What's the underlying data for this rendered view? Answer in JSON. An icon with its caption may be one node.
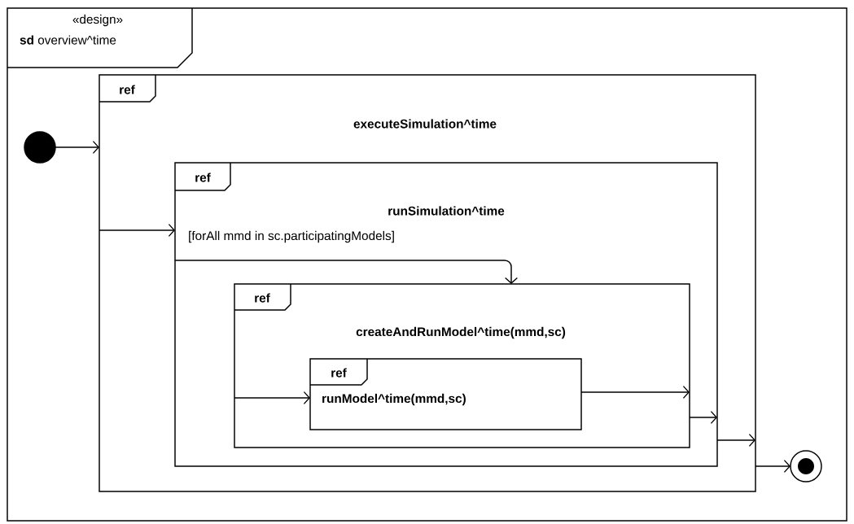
{
  "diagram": {
    "nodes": [
      {
        "text": [
          "«design»",
          "**sd** overview^time"
        ]
      },
      {
        "text": [
          "ref",
          "executeSimulation^time"
        ],
        "in": 0
      },
      {
        "text": [],
        "shape": "circle",
        "in": 0
      },
      {
        "text": [
          "ref",
          "runSimulation^time",
          "[forAll mmd in sc.participatingModels]"
        ],
        "in": 1
      },
      {
        "text": [
          "ref",
          "createAndRunModel^time(mmd,sc)"
        ],
        "in": 3
      },
      {
        "text": [
          "ref",
          "runModel^time(mmd,sc)"
        ],
        "in": 4
      },
      {
        "text": [],
        "shape": "circle",
        "in": 0
      }
    ],
    "edges": [
      {
        "from": 2,
        "to": 1,
        "arrow": "to"
      },
      {
        "from": 1,
        "to": 3,
        "arrow": "to"
      },
      {
        "from": 3,
        "to": 4,
        "arrow": "to"
      },
      {
        "from": 4,
        "to": 5,
        "arrow": "to"
      },
      {
        "from": 5,
        "to": 4,
        "arrow": "to"
      },
      {
        "from": 4,
        "to": 3,
        "arrow": "to"
      },
      {
        "from": 3,
        "to": 1,
        "arrow": "to"
      },
      {
        "from": 1,
        "to": 6,
        "arrow": "to"
      }
    ]
  }
}
